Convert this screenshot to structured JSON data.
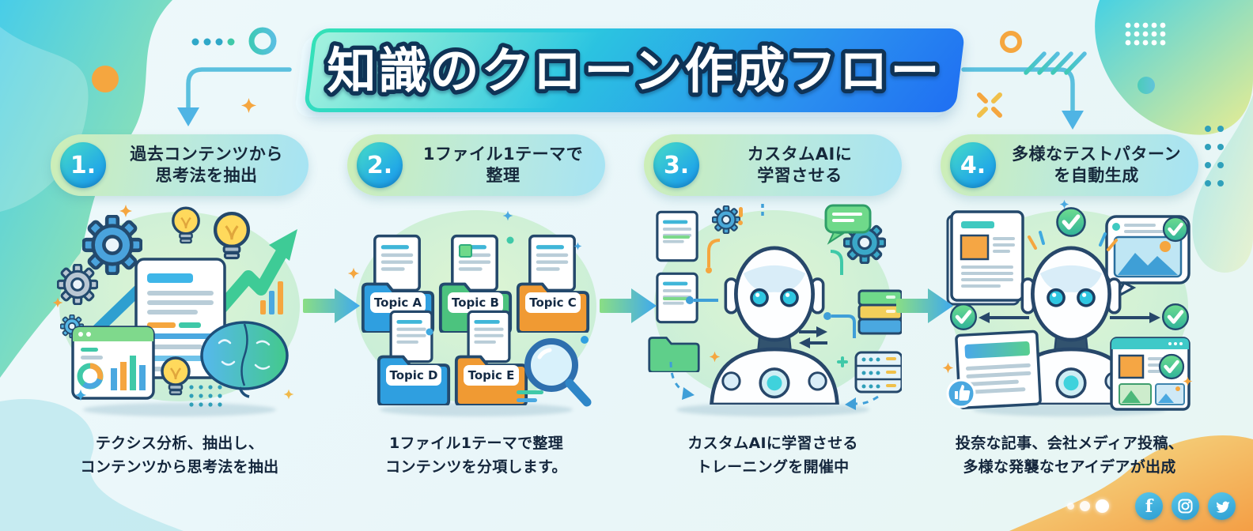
{
  "title": {
    "text": "知識のクローン作成フロー"
  },
  "steps": [
    {
      "number": "1.",
      "heading": [
        "過去コンテンツから",
        "思考法を抽出"
      ],
      "caption": [
        "テクシス分析、抽出し、",
        "コンテンツから思考法を抽出"
      ],
      "illustration": "content-analysis-collage",
      "icons": [
        "gear-icon",
        "lightbulb-icon",
        "growth-arrow-icon",
        "document-icon",
        "brain-icon",
        "analytics-window-icon",
        "bar-chart-icon",
        "sparkle-icon"
      ]
    },
    {
      "number": "2.",
      "heading": [
        "1ファイル1テーマで",
        "整理"
      ],
      "caption": [
        "1ファイル1テーマで整理",
        "コンテンツを分項します。"
      ],
      "illustration": "topic-folders",
      "folders": [
        "Topic A",
        "Topic B",
        "Topic C",
        "Topic D",
        "Topic E"
      ],
      "icons": [
        "folder-icon",
        "document-icon",
        "magnifier-icon",
        "sparkle-icon"
      ]
    },
    {
      "number": "3.",
      "heading": [
        "カスタムAIに",
        "学習させる"
      ],
      "caption": [
        "カスタムAIに学習させる",
        "トレーニングを開催中"
      ],
      "illustration": "ai-training-robot",
      "icons": [
        "robot-icon",
        "document-icon",
        "folder-icon",
        "gear-icon",
        "chat-bubble-icon",
        "database-icon",
        "server-icon",
        "transfer-arrows-icon",
        "circuit-icon"
      ]
    },
    {
      "number": "4.",
      "heading": [
        "多様なテストパターン",
        "を自動生成"
      ],
      "caption": [
        "投奈な記事、会社メディア投稿、",
        "多様な発襲なセアイデアが出成"
      ],
      "illustration": "generated-outputs-robot",
      "icons": [
        "robot-icon",
        "check-circle-icon",
        "article-icon",
        "photo-bubble-icon",
        "thumbs-up-icon",
        "webpage-icon",
        "sparkle-icon"
      ]
    }
  ],
  "social": {
    "facebook_glyph": "f",
    "icons": [
      "facebook",
      "instagram",
      "twitter"
    ]
  },
  "colors": {
    "banner_gradient": [
      "#35e2b6",
      "#2bc8df",
      "#1f6ff2"
    ],
    "pill_gradient": [
      "#cdeeb6",
      "#a6e3f4"
    ],
    "badge_gradient": [
      "#47ddc7",
      "#1f93e8"
    ],
    "flow_arrow_gradient": [
      "#8ade84",
      "#3fa9ee"
    ],
    "text_dark": "#14263c",
    "accent_orange": "#f5a63f",
    "accent_green": "#4cc37e",
    "accent_blue": "#2f9fe0",
    "social_circle": "#3fafde",
    "background": "#eef9fb"
  }
}
